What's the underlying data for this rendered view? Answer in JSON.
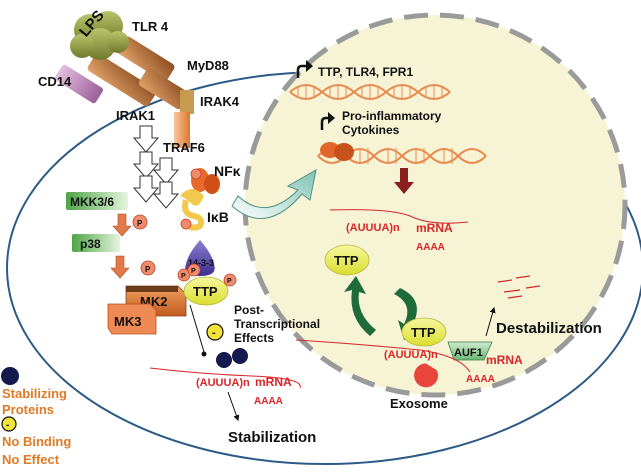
{
  "receptor": {
    "lps": "LPS",
    "tlr4": "TLR 4",
    "cd14": "CD14",
    "myd88": "MyD88",
    "irak4": "IRAK4",
    "irak1": "IRAK1",
    "traf6": "TRAF6",
    "nfk": "NFκ",
    "ikb": "IκB"
  },
  "kinases": {
    "mkk36": "MKK3/6",
    "p38": "p38",
    "p": "P",
    "protein_1433": "14-3-3",
    "mk2": "MK2",
    "mk3": "MK3"
  },
  "ttp": "TTP",
  "post_transcriptional": {
    "line1": "Post-",
    "line2": "Transcriptional",
    "line3": "Effects"
  },
  "nucleus": {
    "genes_label": "TTP, TLR4, FPR1",
    "cytokines_line1": "Pro-inflammatory",
    "cytokines_line2": "Cytokines",
    "au_element": "(AUUUA)n",
    "mrna": "mRNA",
    "polya": "AAAA"
  },
  "destabilization": {
    "label": "Destabilization",
    "auf1": "AUF1",
    "exosome": "Exosome"
  },
  "stabilization": {
    "label": "Stabilization"
  },
  "legend": {
    "stabilizing_line1": "Stabilizing",
    "stabilizing_line2": "Proteins",
    "minus": "-",
    "nobinding_line1": "No Binding",
    "nobinding_line2": "No Effect"
  },
  "colors": {
    "text_orange": "#e07a24",
    "text_red": "#d8262b",
    "ttp_fill": "#eef05a",
    "nucleus_fill": "#f7f4d5",
    "stabilizing_dot": "#141a4d"
  }
}
